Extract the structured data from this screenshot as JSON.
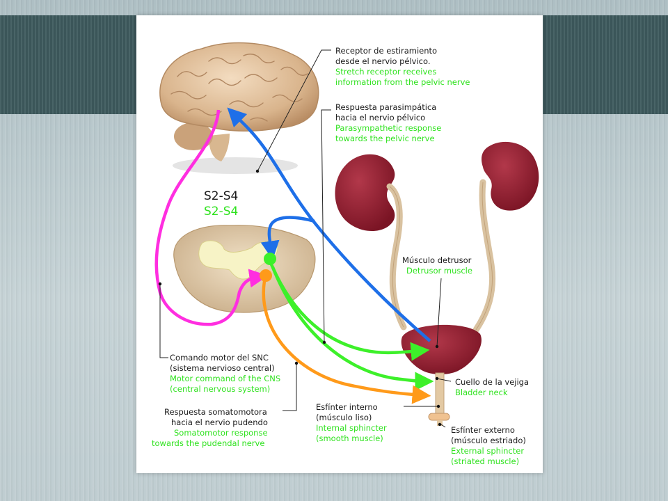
{
  "level": {
    "es": "S2-S4",
    "en": "S2-S4"
  },
  "labels": {
    "stretch_receptor": {
      "es": [
        "Receptor de estiramiento",
        "desde el nervio pélvico."
      ],
      "en": [
        "Stretch receptor receives",
        "information from the pelvic nerve"
      ]
    },
    "parasympathetic": {
      "es": [
        "Respuesta parasimpática",
        "hacia el nervio pélvico"
      ],
      "en": [
        "Parasympathetic response",
        "towards the pelvic nerve"
      ]
    },
    "detrusor": {
      "es": [
        "Músculo detrusor"
      ],
      "en": [
        "Detrusor muscle"
      ]
    },
    "bladder_neck": {
      "es": [
        "Cuello de la vejiga"
      ],
      "en": [
        "Bladder neck"
      ]
    },
    "cns_command": {
      "es": [
        "Comando motor del SNC",
        "(sistema nervioso central)"
      ],
      "en": [
        "Motor command of the CNS",
        "(central nervous system)"
      ]
    },
    "somatomotor": {
      "es": [
        "Respuesta somatomotora",
        "hacia el nervio pudendo"
      ],
      "en": [
        "Somatomotor response",
        "towards the pudendal nerve"
      ]
    },
    "internal_sphincter": {
      "es": [
        "Esfínter interno",
        "(músculo liso)"
      ],
      "en": [
        "Internal sphincter",
        "(smooth muscle)"
      ]
    },
    "external_sphincter": {
      "es": [
        "Esfínter externo",
        "(músculo estriado)"
      ],
      "en": [
        "External sphincter",
        "(striated muscle)"
      ]
    }
  },
  "colors": {
    "pathway_motor_command": "#ff2ee0",
    "pathway_sensory": "#1e6fe8",
    "pathway_parasympathetic": "#3df02a",
    "pathway_somatomotor": "#ff9a1a",
    "organ_red": "#8e1c2c",
    "english_text": "#2ee21d"
  },
  "icons": [
    "brain-illustration",
    "spinal-cord-section",
    "kidney-left",
    "kidney-right",
    "bladder",
    "urethra"
  ]
}
